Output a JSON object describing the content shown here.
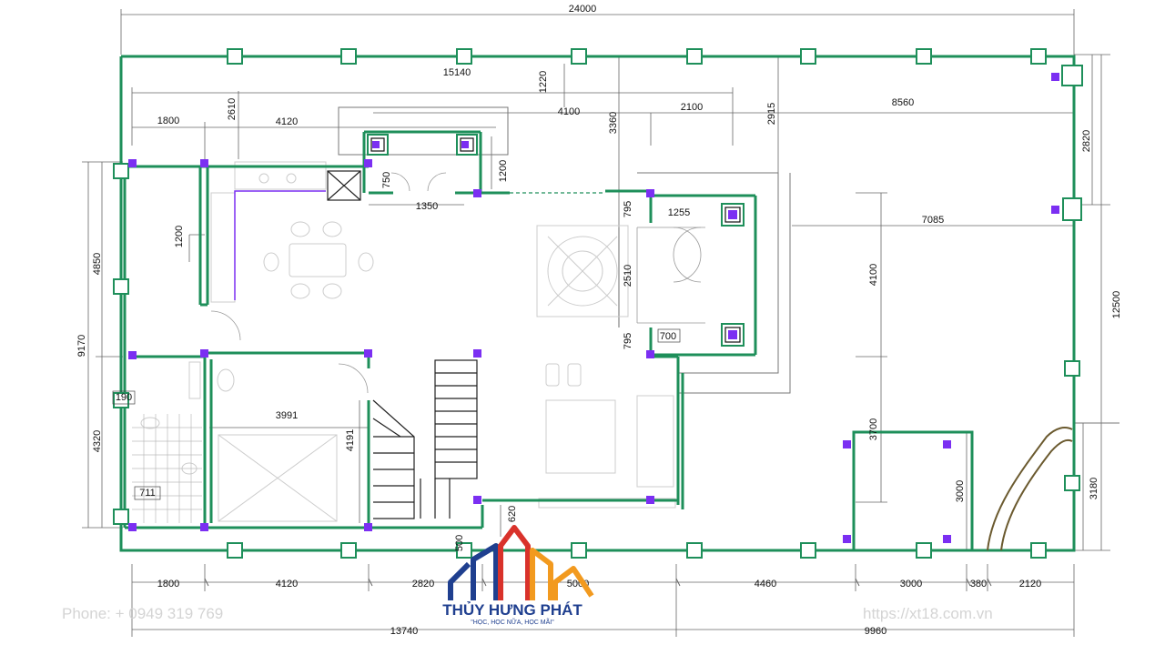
{
  "colors": {
    "wall": "#1e8f5a",
    "column_fill": "#ffffff",
    "column_marker": "#7b2ff2",
    "dim_line": "#555555",
    "furniture": "#c9c9c9",
    "watermark": "#d4d4d4",
    "brand_blue": "#1f3f8f",
    "brand_red": "#d9322b",
    "brand_orange": "#f29a1f"
  },
  "dimensions": {
    "top_total": "24000",
    "d_15140": "15140",
    "d_1220": "1220",
    "d_2610": "2610",
    "d_1800_top": "1800",
    "d_4120_top": "4120",
    "d_4100": "4100",
    "d_3360": "3360",
    "d_2100": "2100",
    "d_2915": "2915",
    "d_8560": "8560",
    "d_2820_right": "2820",
    "d_750": "750",
    "d_1200_top": "1200",
    "d_1350": "1350",
    "d_795_a": "795",
    "d_1255": "1255",
    "d_7085": "7085",
    "d_4850": "4850",
    "d_1200_left": "1200",
    "d_2510": "2510",
    "d_4100_right": "4100",
    "d_12500": "12500",
    "d_9170": "9170",
    "d_795_b": "795",
    "d_700": "700",
    "d_190": "190",
    "d_3991": "3991",
    "d_4191": "4191",
    "d_4320": "4320",
    "d_3700": "3700",
    "d_711": "711",
    "d_3000_v": "3000",
    "d_3180": "3180",
    "d_620": "620",
    "d_500": "500",
    "b_1800": "1800",
    "b_4120": "4120",
    "b_2820": "2820",
    "b_5000": "5000",
    "b_4460": "4460",
    "b_3000": "3000",
    "b_380": "380",
    "b_2120": "2120",
    "b_13740": "13740",
    "b_9960": "9960"
  },
  "watermark": {
    "phone": "Phone: + 0949 319 769",
    "url": "https://xt18.com.vn"
  },
  "logo": {
    "brand": "THỦY HƯNG PHÁT",
    "slogan": "\"HỌC, HỌC NỮA, HỌC MÃI\""
  }
}
